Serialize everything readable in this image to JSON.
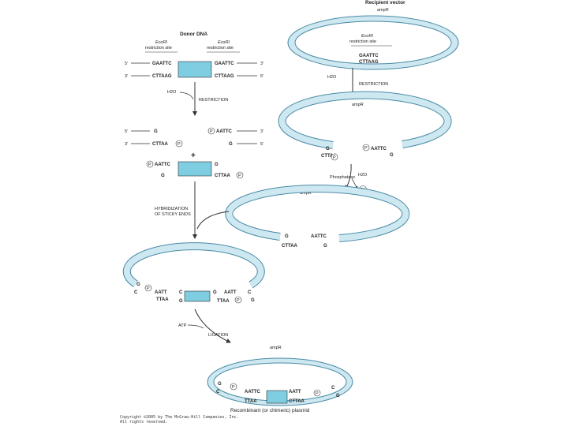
{
  "title_recipient": "Recipient vector",
  "title_donor": "Donor DNA",
  "site_label_donor": [
    "EcoRI",
    "restriction site"
  ],
  "site_label_vector": [
    "EcoRI",
    "restriction site"
  ],
  "seq": {
    "gaattc": "GAATTC",
    "cttaag": "CTTAAG",
    "aattc": "AATTC",
    "cttaa": "CTTAA",
    "g": "G",
    "c": "C",
    "aatt": "AATT",
    "ttaa": "TTAA",
    "p": "P",
    "pi": "Pi"
  },
  "ends": {
    "five": "5′",
    "three": "3′"
  },
  "steps": {
    "h2o": "H2O",
    "restriction": "RESTRICTION",
    "phosphatase": "Phosphatase",
    "hybridization": [
      "HYBRIDIZATION",
      "OF STICKY ENDS"
    ],
    "atp": "ATP",
    "ligation": "LIGATION",
    "plus": "+"
  },
  "amp": "ampR",
  "caption": "Recombinant (or chimeric) plasmid",
  "copyright": [
    "Copyright ©2005 by The McGraw-Hill Companies, Inc.",
    "All rights reserved."
  ],
  "colors": {
    "ring_fill": "#cde8f1",
    "ring_stroke": "#4a8aa5",
    "insert": "#7ecde0",
    "line": "#333333"
  }
}
